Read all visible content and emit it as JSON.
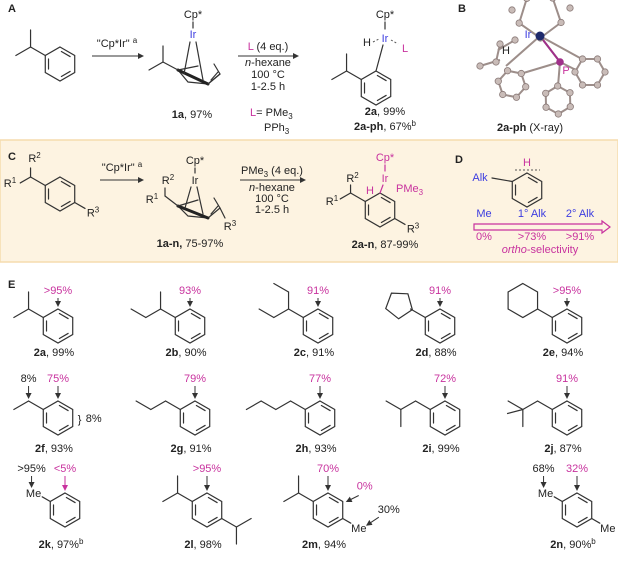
{
  "colors": {
    "magenta": "#c8329e",
    "blue": "#3c3ce0",
    "box_background": "#fdf3e1",
    "box_border": "#f5dcae",
    "ir_crystal": "#1f2a6b"
  },
  "panels": {
    "a": "A",
    "b": "B",
    "c": "C",
    "d": "D",
    "e": "E"
  },
  "scheme_a": {
    "reagent": "\"Cp*Ir\" ",
    "reagent_note": "a",
    "cp": "Cp*",
    "ir": "Ir",
    "h": "H",
    "l": "L",
    "conditions": {
      "ligand": "L",
      "equiv": " (4 eq.)",
      "solvent_prefix": "n",
      "solvent": "-hexane",
      "temperature": "100 °C",
      "time": "1-2.5 h"
    },
    "ligand_def": {
      "l": "L",
      "eq": "= PMe",
      "sub": "3",
      "alt": "PPh",
      "alt_sub": "3"
    },
    "int_label": {
      "id": "1a",
      "yield": ", 97%"
    },
    "prod_label": {
      "id": "2a",
      "yield": ", 99%"
    },
    "prod_ph_label": {
      "id": "2a-ph",
      "yield": ", 67%",
      "note": "b"
    }
  },
  "panel_b": {
    "ir": "Ir",
    "h": "H",
    "p": "P",
    "caption_id": "2a-ph",
    "caption": " (X-ray)"
  },
  "scheme_c": {
    "r": "R",
    "r1": "1",
    "r2": "2",
    "r3": "3",
    "reagent": "\"Cp*Ir\" ",
    "reagent_note": "a",
    "cp": "Cp*",
    "ir": "Ir",
    "h": "H",
    "pme": "PMe",
    "pme_sub": "3",
    "conditions": {
      "reagent": "PMe",
      "sub": "3",
      "equiv": " (4 eq.)",
      "solvent_prefix": "n",
      "solvent": "-hexane",
      "temperature": "100 °C",
      "time": "1-2.5 h"
    },
    "int_label": {
      "id": "1a-n,",
      "yield": " 75-97%"
    },
    "prod_label": {
      "id": "2a-n",
      "yield": ", 87-99%"
    }
  },
  "panel_d": {
    "h": "H",
    "alk": "Alk",
    "classes": [
      "Me",
      "1° Alk",
      "2° Alk"
    ],
    "selectivities": [
      "0%",
      ">73%",
      ">91%"
    ],
    "caption_italic": "ortho",
    "caption": "-selectivity"
  },
  "panel_e": {
    "compounds": [
      {
        "id": "2a",
        "yield": ", 99%",
        "ortho": ">95%"
      },
      {
        "id": "2b",
        "yield": ", 90%",
        "ortho": "93%"
      },
      {
        "id": "2c",
        "yield": ", 91%",
        "ortho": "91%"
      },
      {
        "id": "2d",
        "yield": ", 88%",
        "ortho": "91%"
      },
      {
        "id": "2e",
        "yield": ", 94%",
        "ortho": ">95%"
      },
      {
        "id": "2f",
        "yield": ", 93%",
        "ortho": "75%",
        "benzylic": "8%",
        "meta_para": "8%"
      },
      {
        "id": "2g",
        "yield": ", 91%",
        "ortho": "79%"
      },
      {
        "id": "2h",
        "yield": ", 93%",
        "ortho": "77%"
      },
      {
        "id": "2i",
        "yield": ", 99%",
        "ortho": "72%"
      },
      {
        "id": "2j",
        "yield": ", 87%",
        "ortho": "91%"
      },
      {
        "id": "2k",
        "yield": ", 97%",
        "note": "b",
        "ortho": "<5%",
        "methyl": ">95%",
        "me": "Me"
      },
      {
        "id": "2l",
        "yield": ", 98%",
        "ortho": ">95%"
      },
      {
        "id": "2m",
        "yield": ", 94%",
        "ortho": "70%",
        "meta": "0%",
        "methyl": "30%",
        "me": "Me"
      },
      {
        "id": "2n",
        "yield": ", 90%",
        "note": "b",
        "ortho": "32%",
        "methyl": "68%",
        "me": "Me",
        "me2": "Me"
      }
    ]
  }
}
